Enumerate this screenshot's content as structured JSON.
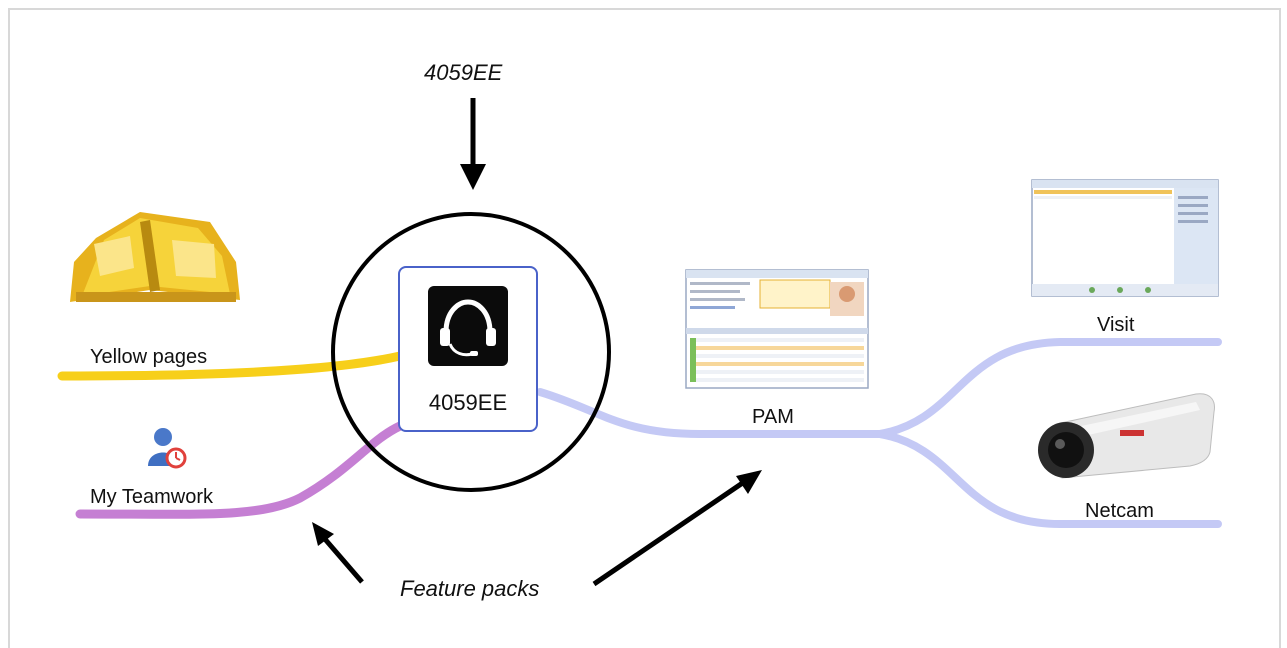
{
  "annotations": {
    "top_label": "4059EE",
    "feature_packs": "Feature packs"
  },
  "center_node": {
    "label": "4059EE",
    "icon": "headset-icon"
  },
  "branches": {
    "yellow_pages": {
      "label": "Yellow pages",
      "color": "#f7cf1a",
      "icon": "yellow-pages-book-icon"
    },
    "my_teamwork": {
      "label": "My Teamwork",
      "color": "#c57fd3",
      "icon": "teamwork-user-clock-icon"
    },
    "pam": {
      "label": "PAM",
      "color": "#c4c9f5",
      "icon": "pam-screenshot"
    },
    "visit": {
      "label": "Visit",
      "color": "#c4c9f5",
      "icon": "visit-screenshot"
    },
    "netcam": {
      "label": "Netcam",
      "color": "#c4c9f5",
      "icon": "camera-icon"
    }
  }
}
